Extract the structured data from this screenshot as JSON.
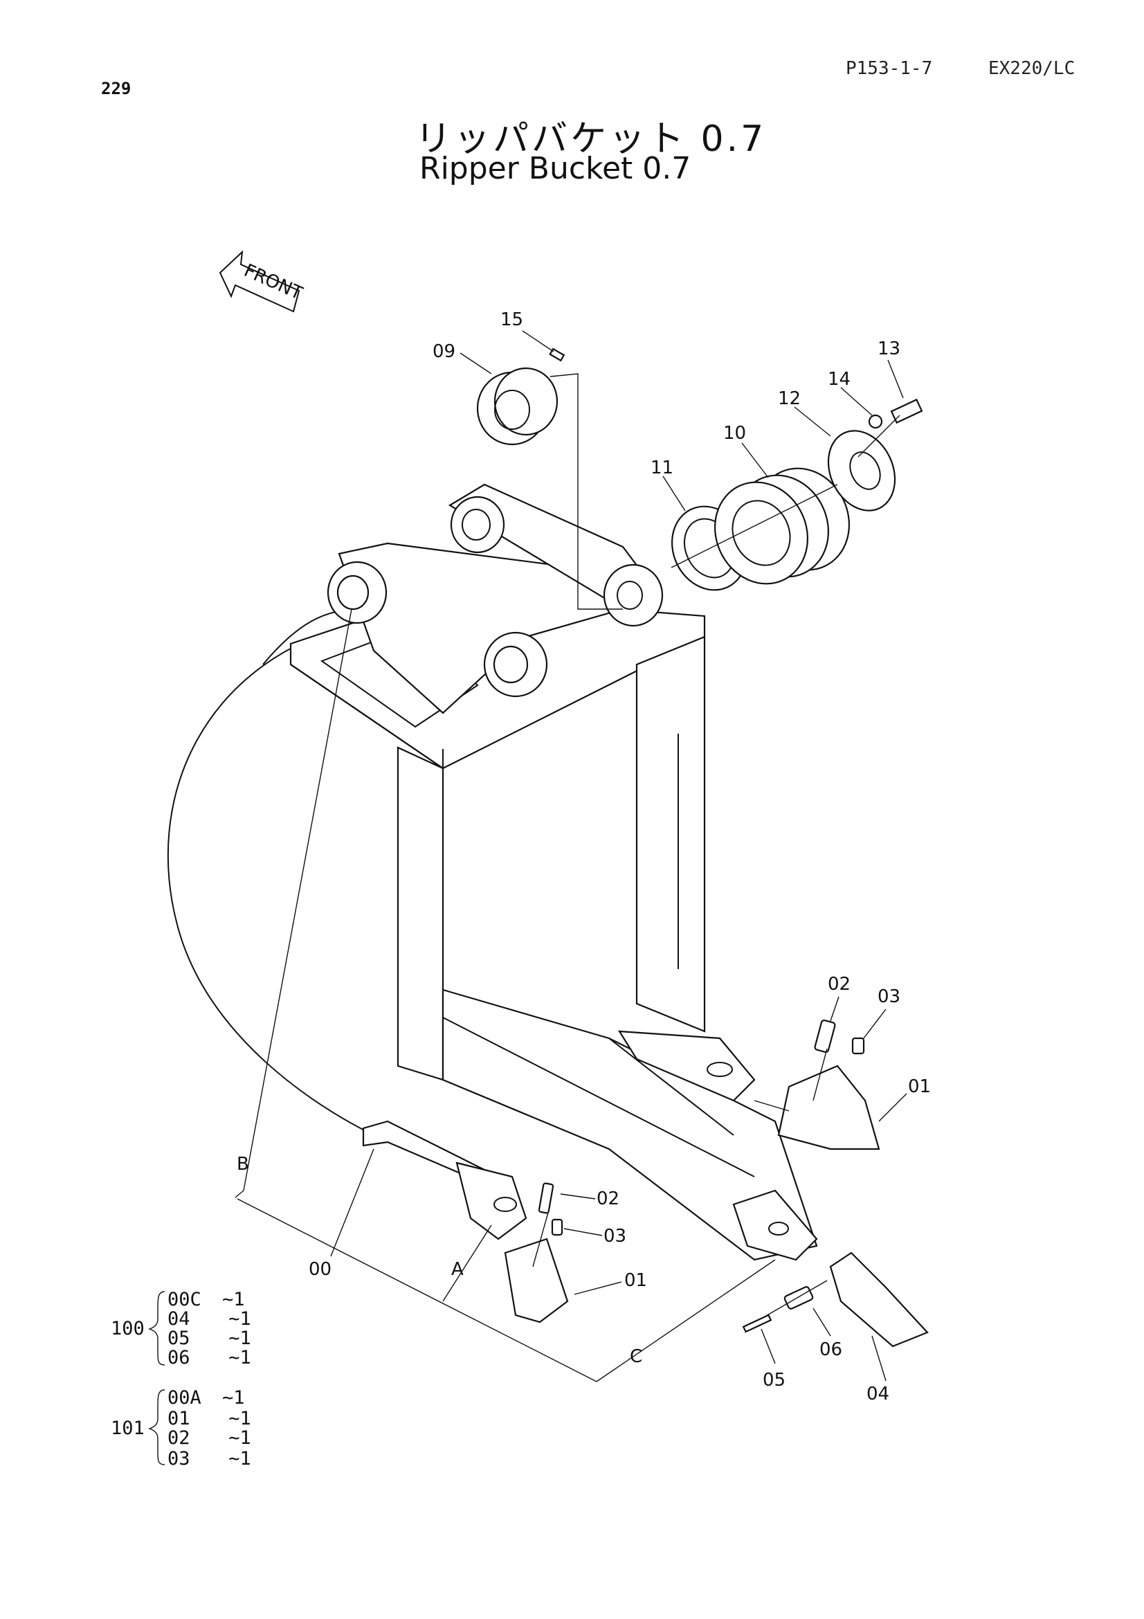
{
  "header": {
    "page_number": "229",
    "ref_code": "P153-1-7",
    "model": "EX220/LC"
  },
  "title": {
    "japanese": "リッパバケット 0.7",
    "english": "Ripper Bucket 0.7"
  },
  "front_arrow_label": "FRONT",
  "callouts": {
    "c15": "15",
    "c09": "09",
    "c13": "13",
    "c14": "14",
    "c12": "12",
    "c10": "10",
    "c11": "11",
    "c02_right": "02",
    "c03_right": "03",
    "c01_right": "01",
    "c02_mid": "02",
    "c03_mid": "03",
    "c01_mid": "01",
    "c06": "06",
    "c05": "05",
    "c04": "04",
    "c00": "00",
    "cA": "A",
    "cB": "B",
    "cC": "C"
  },
  "kits": [
    {
      "id": "100",
      "items": [
        {
          "part": "00C",
          "qty": "~1"
        },
        {
          "part": "04",
          "qty": "~1"
        },
        {
          "part": "05",
          "qty": "~1"
        },
        {
          "part": "06",
          "qty": "~1"
        }
      ]
    },
    {
      "id": "101",
      "items": [
        {
          "part": "00A",
          "qty": "~1"
        },
        {
          "part": "01",
          "qty": "~1"
        },
        {
          "part": "02",
          "qty": "~1"
        },
        {
          "part": "03",
          "qty": "~1"
        }
      ]
    }
  ]
}
